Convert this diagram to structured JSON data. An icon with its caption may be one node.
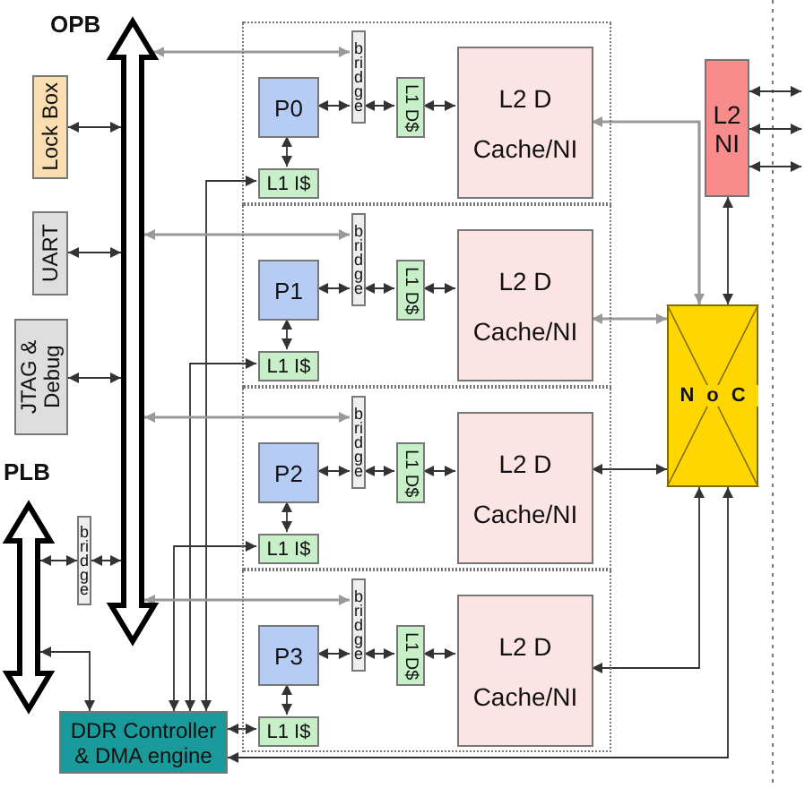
{
  "diagram": {
    "nodes": [
      {
        "text": [
          "OPB"
        ]
      },
      {
        "text": [
          "Lock Box"
        ]
      },
      {
        "text": [
          "UART"
        ]
      },
      {
        "text": [
          "JTAG & Debug"
        ]
      },
      {
        "text": [
          "PLB"
        ]
      },
      {
        "text": [
          "bridge"
        ]
      },
      {
        "text": [],
        "shape": "box"
      },
      {
        "text": [
          "P0"
        ],
        "in": 6
      },
      {
        "text": [
          "bridge"
        ],
        "in": 6
      },
      {
        "text": [
          "L1 D$"
        ],
        "in": 6
      },
      {
        "text": [
          "L1 I$"
        ],
        "in": 6
      },
      {
        "text": [
          "L2 D Cache/NI"
        ],
        "in": 6
      },
      {
        "text": [],
        "shape": "box"
      },
      {
        "text": [
          "P1"
        ],
        "in": 12
      },
      {
        "text": [
          "bridge"
        ],
        "in": 12
      },
      {
        "text": [
          "L1 D$"
        ],
        "in": 12
      },
      {
        "text": [
          "L1 I$"
        ],
        "in": 12
      },
      {
        "text": [
          "L2 D Cache/NI"
        ],
        "in": 12
      },
      {
        "text": [],
        "shape": "box"
      },
      {
        "text": [
          "P2"
        ],
        "in": 18
      },
      {
        "text": [
          "bridge"
        ],
        "in": 18
      },
      {
        "text": [
          "L1 D$"
        ],
        "in": 18
      },
      {
        "text": [
          "L1 I$"
        ],
        "in": 18
      },
      {
        "text": [
          "L2 D Cache/NI"
        ],
        "in": 18
      },
      {
        "text": [],
        "shape": "box"
      },
      {
        "text": [
          "P3"
        ],
        "in": 24
      },
      {
        "text": [
          "bridge"
        ],
        "in": 24
      },
      {
        "text": [
          "L1 D$"
        ],
        "in": 24
      },
      {
        "text": [
          "L1 I$"
        ],
        "in": 24
      },
      {
        "text": [
          "L2 D Cache/NI"
        ],
        "in": 24
      },
      {
        "text": [
          "L2 NI"
        ]
      },
      {
        "text": [
          "NoC"
        ]
      },
      {
        "text": [
          "DDR Controller & DMA engine"
        ]
      }
    ],
    "edges": [
      {
        "from": 1,
        "to": 0,
        "arrow": "both"
      },
      {
        "from": 2,
        "to": 0,
        "arrow": "both"
      },
      {
        "from": 3,
        "to": 0,
        "arrow": "both"
      },
      {
        "from": 4,
        "to": 5,
        "arrow": "both"
      },
      {
        "from": 5,
        "to": 0,
        "arrow": "both"
      },
      {
        "from": 4,
        "to": 32,
        "arrow": "both"
      },
      {
        "from": 0,
        "to": 8,
        "arrow": "both",
        "color": "#999999"
      },
      {
        "from": 7,
        "to": 8,
        "arrow": "both"
      },
      {
        "from": 8,
        "to": 9,
        "arrow": "both"
      },
      {
        "from": 9,
        "to": 11,
        "arrow": "both"
      },
      {
        "from": 7,
        "to": 10,
        "arrow": "both"
      },
      {
        "from": 32,
        "to": 10,
        "arrow": "both"
      },
      {
        "from": 11,
        "to": 31,
        "arrow": "both",
        "color": "#999999"
      },
      {
        "from": 0,
        "to": 14,
        "arrow": "both",
        "color": "#999999"
      },
      {
        "from": 13,
        "to": 14,
        "arrow": "both"
      },
      {
        "from": 14,
        "to": 15,
        "arrow": "both"
      },
      {
        "from": 15,
        "to": 17,
        "arrow": "both"
      },
      {
        "from": 13,
        "to": 16,
        "arrow": "both"
      },
      {
        "from": 32,
        "to": 16,
        "arrow": "both"
      },
      {
        "from": 17,
        "to": 31,
        "arrow": "both",
        "color": "#999999"
      },
      {
        "from": 0,
        "to": 20,
        "arrow": "both",
        "color": "#999999"
      },
      {
        "from": 19,
        "to": 20,
        "arrow": "both"
      },
      {
        "from": 20,
        "to": 21,
        "arrow": "both"
      },
      {
        "from": 21,
        "to": 23,
        "arrow": "both"
      },
      {
        "from": 19,
        "to": 22,
        "arrow": "both"
      },
      {
        "from": 32,
        "to": 22,
        "arrow": "both"
      },
      {
        "from": 23,
        "to": 31,
        "arrow": "both"
      },
      {
        "from": 0,
        "to": 26,
        "arrow": "both",
        "color": "#999999"
      },
      {
        "from": 25,
        "to": 26,
        "arrow": "both"
      },
      {
        "from": 26,
        "to": 27,
        "arrow": "both"
      },
      {
        "from": 27,
        "to": 29,
        "arrow": "both"
      },
      {
        "from": 25,
        "to": 28,
        "arrow": "both"
      },
      {
        "from": 32,
        "to": 28,
        "arrow": "both"
      },
      {
        "from": 29,
        "to": 31,
        "arrow": "both"
      },
      {
        "from": 30,
        "to": 31,
        "arrow": "both"
      },
      {
        "from": 32,
        "to": 31,
        "arrow": "both"
      },
      {
        "from": 30,
        "to": null,
        "arrow": "both"
      },
      {
        "from": 30,
        "to": null,
        "arrow": "both"
      },
      {
        "from": 30,
        "to": null,
        "arrow": "both"
      }
    ]
  }
}
